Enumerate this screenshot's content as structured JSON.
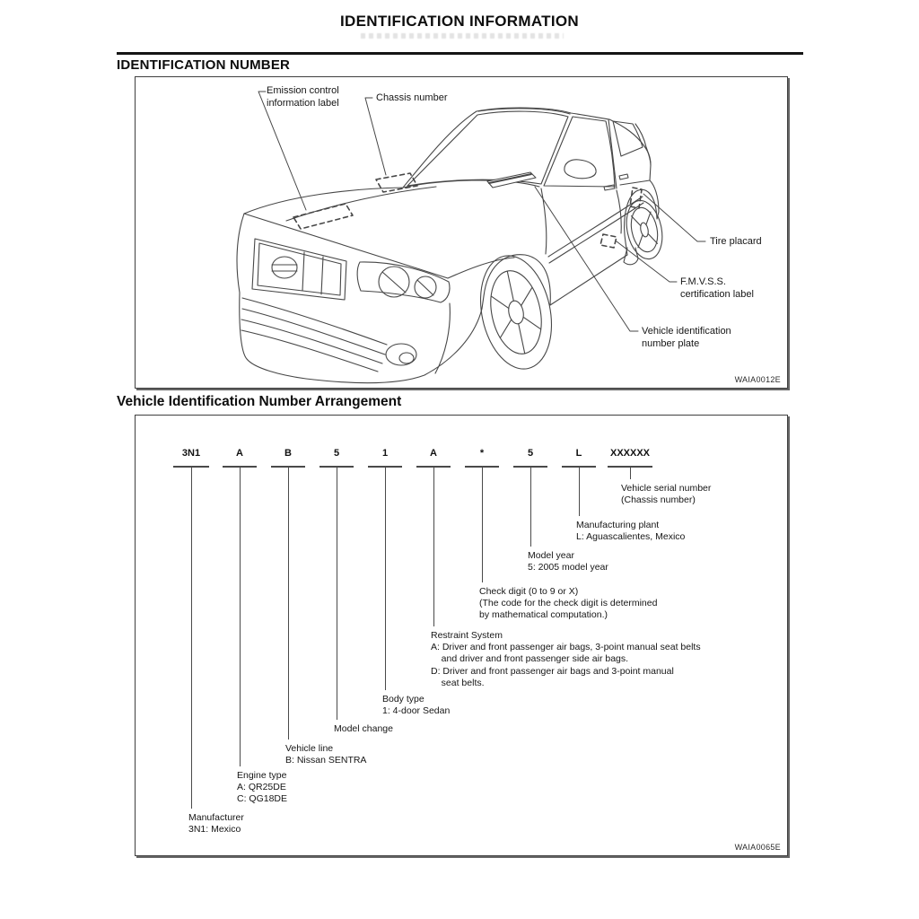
{
  "page": {
    "title": "IDENTIFICATION INFORMATION",
    "section1_heading": "IDENTIFICATION NUMBER",
    "section2_heading": "Vehicle Identification Number Arrangement"
  },
  "figure1": {
    "code": "WAIA0012E",
    "labels": {
      "emission": "Emission control\ninformation label",
      "chassis": "Chassis number",
      "tire_placard": "Tire placard",
      "fmvss": "F.M.V.S.S.\ncertification label",
      "vin_plate": "Vehicle identification\nnumber plate"
    }
  },
  "figure2": {
    "code": "WAIA0065E",
    "vin": [
      {
        "char": "3N1",
        "label": "Manufacturer\n3N1: Mexico"
      },
      {
        "char": "A",
        "label": "Engine type\nA: QR25DE\nC: QG18DE"
      },
      {
        "char": "B",
        "label": "Vehicle line\nB: Nissan SENTRA"
      },
      {
        "char": "5",
        "label": "Model change"
      },
      {
        "char": "1",
        "label": "Body type\n1: 4-door Sedan"
      },
      {
        "char": "A",
        "label": "Restraint System\nA: Driver and front passenger air bags, 3-point manual seat belts\n    and driver and front passenger side air bags.\nD: Driver and front passenger air bags and 3-point manual\n    seat belts."
      },
      {
        "char": "*",
        "label": "Check digit (0 to 9 or X)\n(The code for the check digit is determined\nby mathematical computation.)"
      },
      {
        "char": "5",
        "label": "Model year\n5: 2005 model year"
      },
      {
        "char": "L",
        "label": "Manufacturing plant\nL: Aguascalientes, Mexico"
      },
      {
        "char": "XXXXXX",
        "label": "Vehicle serial number\n(Chassis number)"
      }
    ]
  }
}
